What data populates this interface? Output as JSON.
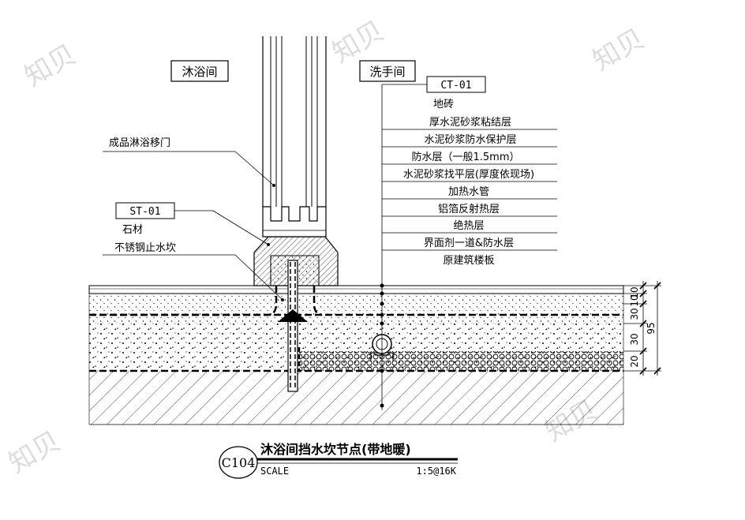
{
  "rooms": {
    "left": "沐浴间",
    "right": "洗手间"
  },
  "codes": {
    "ct": "CT-01",
    "st": "ST-01"
  },
  "left_labels": {
    "door": "成品淋浴移门",
    "stone": "石材",
    "stainless": "不锈钢止水坎"
  },
  "layers": [
    "地砖",
    "厚水泥砂浆粘结层",
    "水泥砂浆防水保护层",
    "防水层（一般1.5mm）",
    "水泥砂浆找平层(厚度依现场)",
    "加热水管",
    "铝箔反射热层",
    "绝热层",
    "界面剂一道&防水层",
    "原建筑楼板"
  ],
  "dimensions": {
    "d1": "10",
    "d2": "10",
    "d3": "30",
    "d4": "30",
    "d5": "20",
    "total": "95"
  },
  "title_block": {
    "code": "C104",
    "title": "沐浴间挡水坎节点(带地暖)",
    "scale_label": "SCALE",
    "scale_value": "1:5@16K"
  },
  "watermark": "知贝"
}
